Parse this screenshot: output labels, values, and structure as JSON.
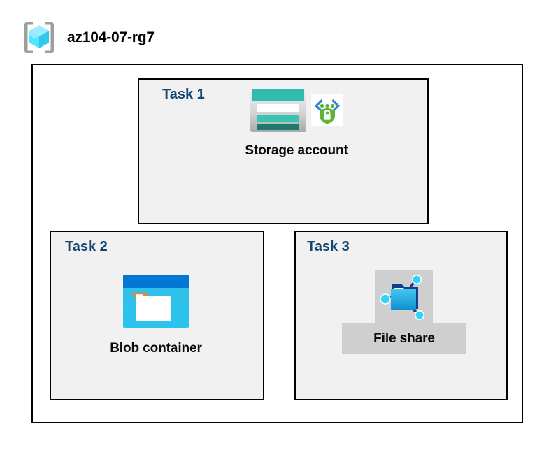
{
  "resource_group": {
    "name": "az104-07-rg7",
    "icon": "resource-group-cube-icon"
  },
  "diagram": {
    "type": "hierarchy",
    "tasks": [
      {
        "id": "task1",
        "label": "Task 1",
        "node": {
          "caption": "Storage account",
          "icons": [
            "storage-account-icon",
            "private-endpoint-shield-lock-icon"
          ],
          "highlighted": false
        }
      },
      {
        "id": "task2",
        "label": "Task 2",
        "node": {
          "caption": "Blob container",
          "icons": [
            "blob-container-icon"
          ],
          "highlighted": false
        }
      },
      {
        "id": "task3",
        "label": "Task 3",
        "node": {
          "caption": "File share",
          "icons": [
            "file-share-folder-icon"
          ],
          "highlighted": true
        }
      }
    ],
    "connections": [
      {
        "from": "Storage account",
        "to": "Blob container"
      },
      {
        "from": "Storage account",
        "to": "File share"
      }
    ]
  },
  "colors": {
    "task_label": "#14466F",
    "task_box_fill": "#F1F1F1",
    "box_border": "#000000",
    "canvas": "#FFFFFF",
    "highlight_fill": "#CFCFCF",
    "storage_teal": "#32BCAD",
    "storage_dark_teal": "#1F7A6E",
    "blob_blue": "#0078D4",
    "blob_cyan": "#32BEE8",
    "blob_orange": "#F58220",
    "shield_green": "#5FB335",
    "cube_cyan": "#50E6FF",
    "bracket_gray": "#9E9E9E"
  }
}
